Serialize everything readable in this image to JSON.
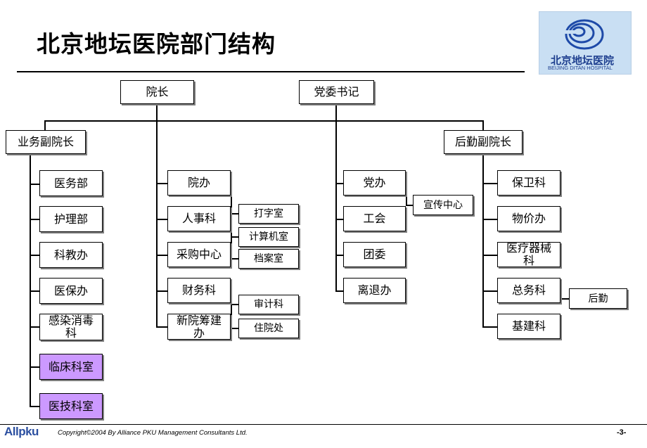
{
  "title": "北京地坛医院部门结构",
  "logo": {
    "cn": "北京地坛医院",
    "en": "BEIJING DITAN HOSPITAL"
  },
  "top": {
    "president": "院长",
    "party": "党委书记"
  },
  "business": {
    "head": "业务副院长",
    "items": [
      "医务部",
      "护理部",
      "科教办",
      "医保办",
      "感染消毒科",
      "临床科室",
      "医技科室"
    ]
  },
  "president_branch": {
    "items": [
      "院办",
      "人事科",
      "采购中心",
      "财务科",
      "新院筹建办"
    ],
    "sub": [
      "打字室",
      "计算机室",
      "档案室",
      "审计科",
      "住院处"
    ]
  },
  "party_branch": {
    "items": [
      "党办",
      "工会",
      "团委",
      "离退办"
    ],
    "sub": [
      "宣传中心"
    ]
  },
  "logistics": {
    "head": "后勤副院长",
    "items": [
      "保卫科",
      "物价办",
      "医疗器械科",
      "总务科",
      "基建科"
    ],
    "sub": [
      "后勤"
    ]
  },
  "footer": {
    "brand": "Allpku",
    "copyright": "Copyright©2004 By Alliance PKU Management Consultants Ltd.",
    "page": "-3-"
  }
}
